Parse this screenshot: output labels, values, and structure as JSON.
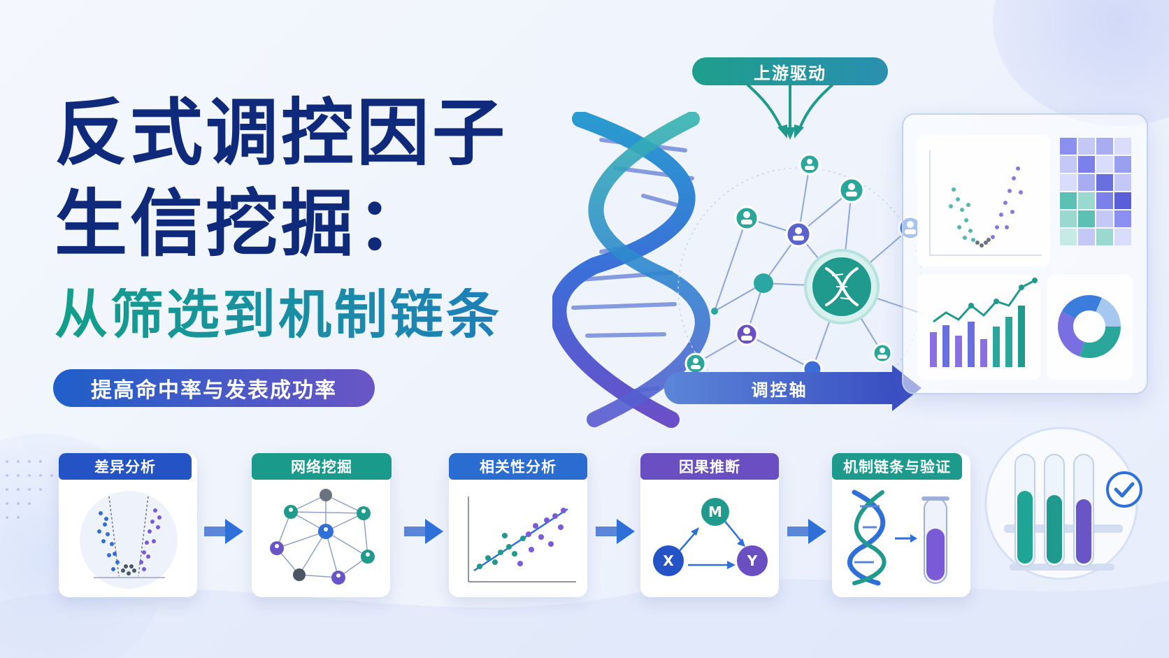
{
  "title": {
    "line1": "反式调控因子",
    "line2": "生信挖掘：",
    "line3": "从筛选到机制链条"
  },
  "subtitle_pill": "提高命中率与发表成功率",
  "diagram": {
    "upstream_label": "上游驱动",
    "axis_label": "调控轴"
  },
  "steps": [
    {
      "label": "差异分析",
      "color": "#2353c4"
    },
    {
      "label": "网络挖掘",
      "color": "#1a9a8a"
    },
    {
      "label": "相关性分析",
      "color": "#2a6ccf"
    },
    {
      "label": "因果推断",
      "color": "#6a4fc2"
    },
    {
      "label": "机制链条与验证",
      "color": "#1d9a8c"
    }
  ],
  "causal": {
    "m": "M",
    "x": "X",
    "y": "Y"
  },
  "colors": {
    "navy": "#0f2a7a",
    "teal": "#1a9a8e",
    "blue": "#2f6fd8",
    "purple": "#6a55c6"
  }
}
